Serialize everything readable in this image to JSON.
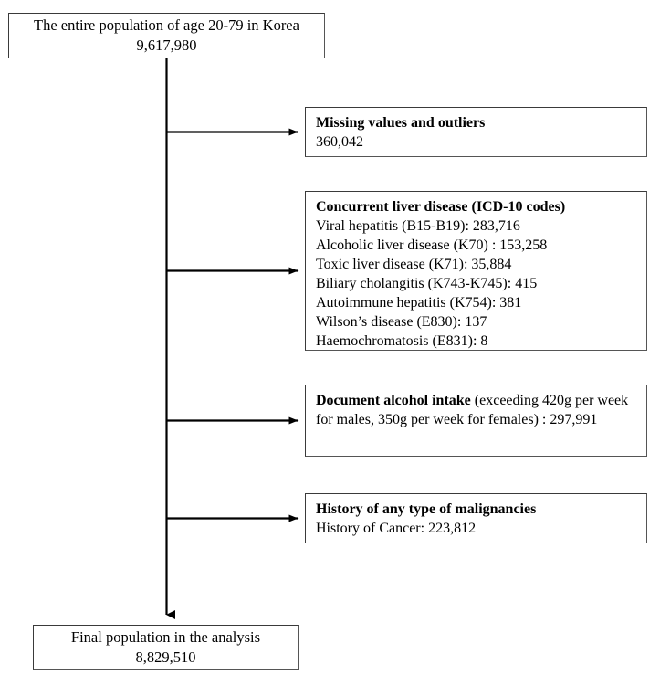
{
  "diagram": {
    "type": "participant-flow-diagram",
    "orientation": "vertical-with-right-branches",
    "line_color": "#000000",
    "box_border_color": "#3a3a3a",
    "background_color": "#ffffff"
  },
  "nodes": {
    "total_population": {
      "line1": "The entire population of age 20-79 in Korea",
      "line2": "9,617,980",
      "count": 9617980
    },
    "final_population": {
      "line1": "Final population in the analysis",
      "line2": "8,829,510",
      "count": 8829510
    }
  },
  "exclusions": [
    {
      "id": "missing-values",
      "heading": "Missing values and outliers",
      "items": [
        "360,042"
      ],
      "count": 360042
    },
    {
      "id": "concurrent-liver-disease",
      "heading": "Concurrent liver disease (ICD-10 codes)",
      "items": [
        "Viral hepatitis (B15-B19): 283,716",
        "Alcoholic liver disease (K70) : 153,258",
        "Toxic liver disease (K71): 35,884",
        "Biliary cholangitis (K743-K745): 415",
        "Autoimmune hepatitis (K754): 381",
        "Wilson’s disease (E830): 137",
        "Haemochromatosis (E831): 8"
      ]
    },
    {
      "id": "document-alcohol-intake",
      "heading": "Document alcohol intake",
      "detail": " (exceeding 420g per week for males, 350g per week for females) : 297,991",
      "count": 297991
    },
    {
      "id": "history-of-malignancies",
      "heading": "History of any type of malignancies",
      "items": [
        "History of Cancer: 223,812"
      ],
      "count": 223812
    }
  ]
}
